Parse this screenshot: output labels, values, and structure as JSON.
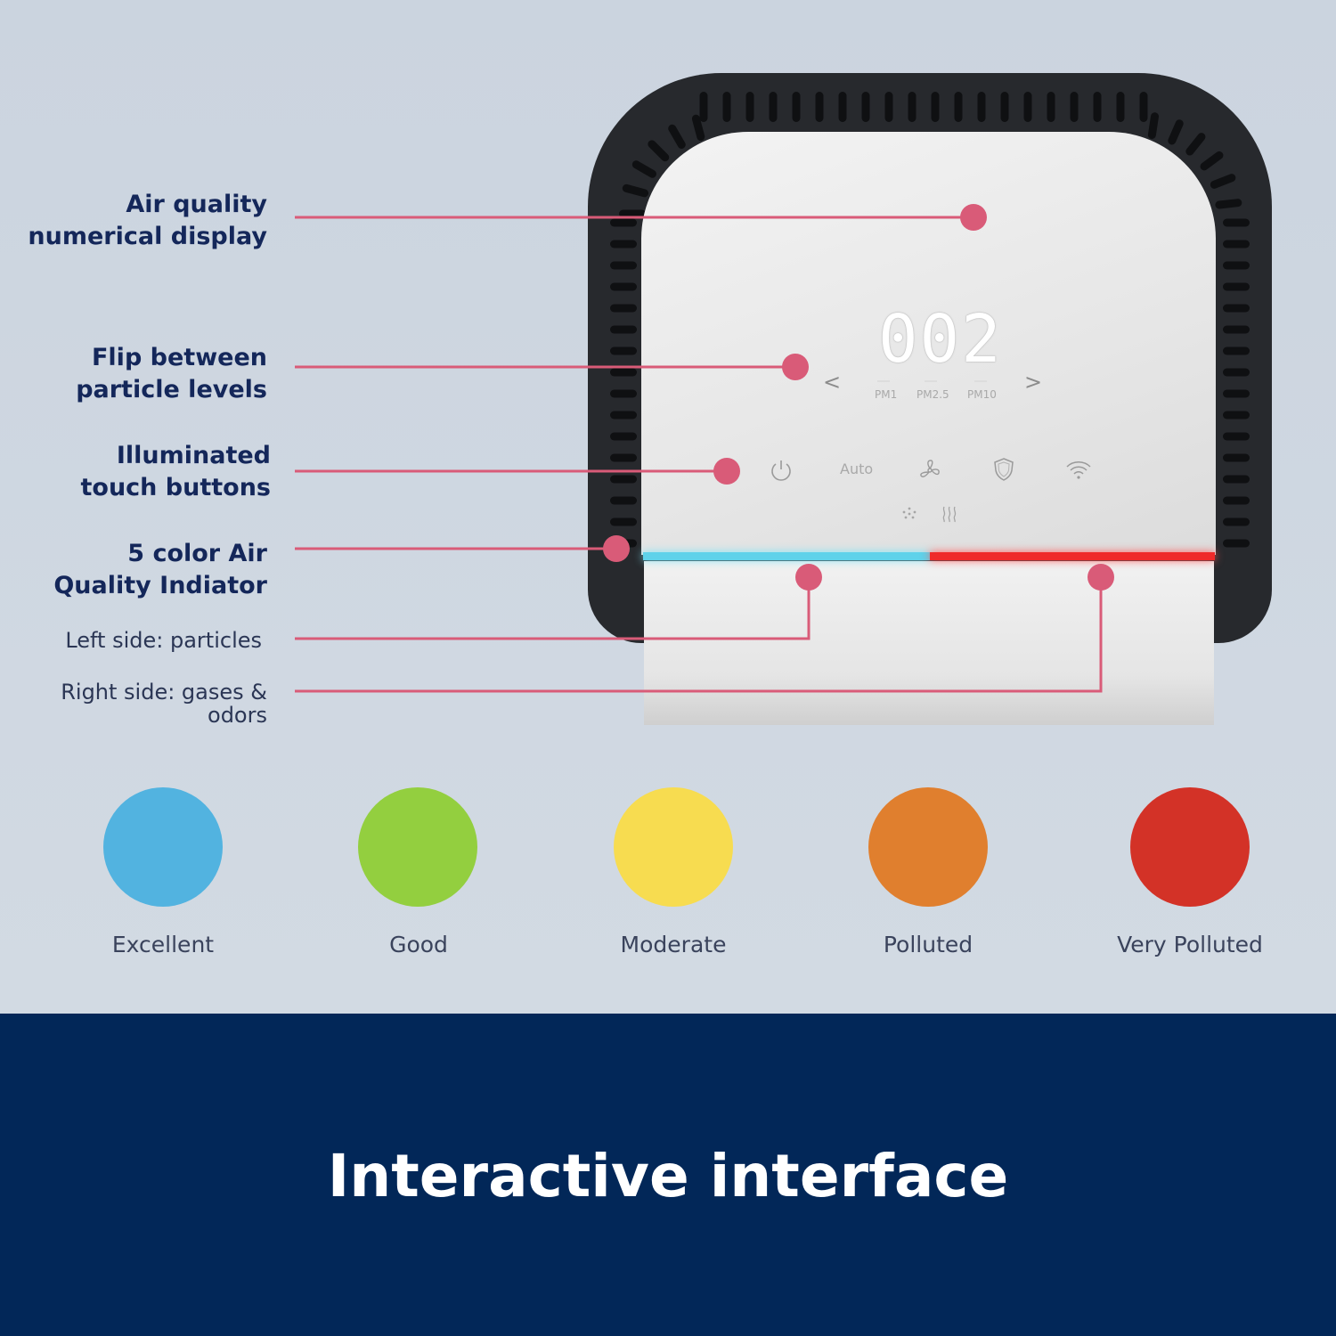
{
  "callouts": {
    "air_quality_display": {
      "line1": "Air quality",
      "line2": "numerical display"
    },
    "flip_particles": {
      "line1": "Flip between",
      "line2": "particle levels"
    },
    "touch_buttons": {
      "line1": "Illuminated",
      "line2": "touch buttons"
    },
    "color_indicator": {
      "line1": "5 color Air",
      "line2": "Quality Indiator"
    },
    "left_side": "Left side: particles",
    "right_side": {
      "line1": "Right side: gases &",
      "line2": "odors"
    }
  },
  "device": {
    "display_value": "002",
    "pm_labels": [
      "PM1",
      "PM2.5",
      "PM10"
    ],
    "prev_glyph": "<",
    "next_glyph": ">",
    "auto_label": "Auto",
    "icons": [
      "power-icon",
      "fan-icon",
      "shield-icon",
      "wifi-icon",
      "dots-icon",
      "heat-waves-icon"
    ],
    "led_left_color": "#5fd2ea",
    "led_right_color": "#ef2a2a"
  },
  "scale": [
    {
      "label": "Excellent",
      "color": "#52b3e0"
    },
    {
      "label": "Good",
      "color": "#93cf3f"
    },
    {
      "label": "Moderate",
      "color": "#f7dc50"
    },
    {
      "label": "Polluted",
      "color": "#e07f2e"
    },
    {
      "label": "Very Polluted",
      "color": "#d33227"
    }
  ],
  "accent_color": "#d95b78",
  "banner": {
    "title": "Interactive interface",
    "background": "#022758"
  }
}
